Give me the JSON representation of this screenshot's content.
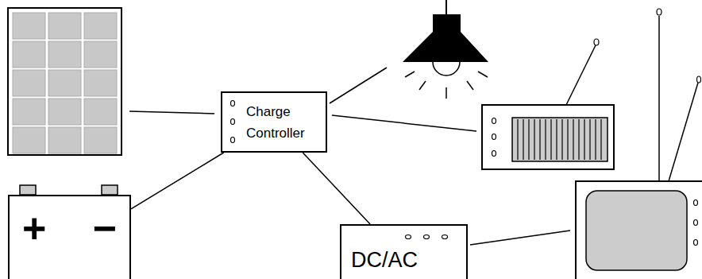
{
  "diagram": {
    "nodes": [
      {
        "text": [
          "Charge Controller"
        ]
      },
      {
        "text": [
          "+",
          "−"
        ]
      },
      {
        "text": [
          "DC/AC"
        ]
      }
    ],
    "edges": [
      {
        "from": 0,
        "to": 1,
        "arrow": "none"
      },
      {
        "from": 0,
        "to": 2,
        "arrow": "none"
      }
    ]
  }
}
